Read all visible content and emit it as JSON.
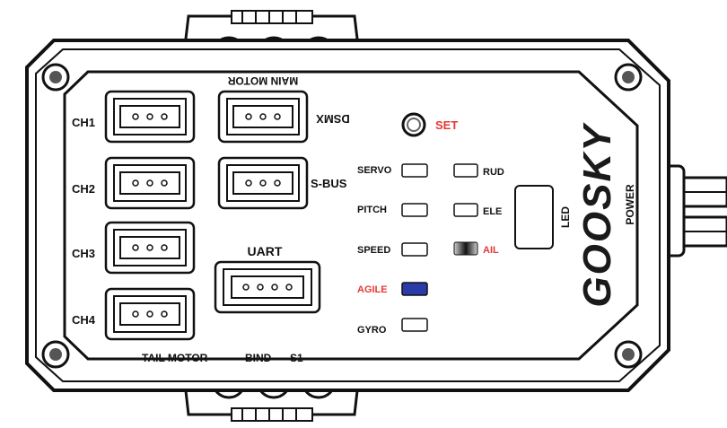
{
  "brand": "GOOSKY",
  "ports": {
    "ch1": "CH1",
    "ch2": "CH2",
    "ch3": "CH3",
    "ch4": "CH4",
    "dsmx": "DSMX",
    "sbus": "S-BUS",
    "uart": "UART",
    "main_motor": "MAIN MOTOR",
    "tail_motor": "TAIL MOTOR",
    "bind": "BIND",
    "s1": "S1"
  },
  "buttons": {
    "set": "SET"
  },
  "indicators": {
    "servo": "SERVO",
    "pitch": "PITCH",
    "speed": "SPEED",
    "agile": "AGILE",
    "gyro": "GYRO",
    "rud": "RUD",
    "ele": "ELE",
    "ail": "AIL"
  },
  "led_label": "LED",
  "power_label": "POWER",
  "colors": {
    "accent_red": "#e53935",
    "agile_led": "#2a3aa8",
    "outline": "#111111"
  }
}
